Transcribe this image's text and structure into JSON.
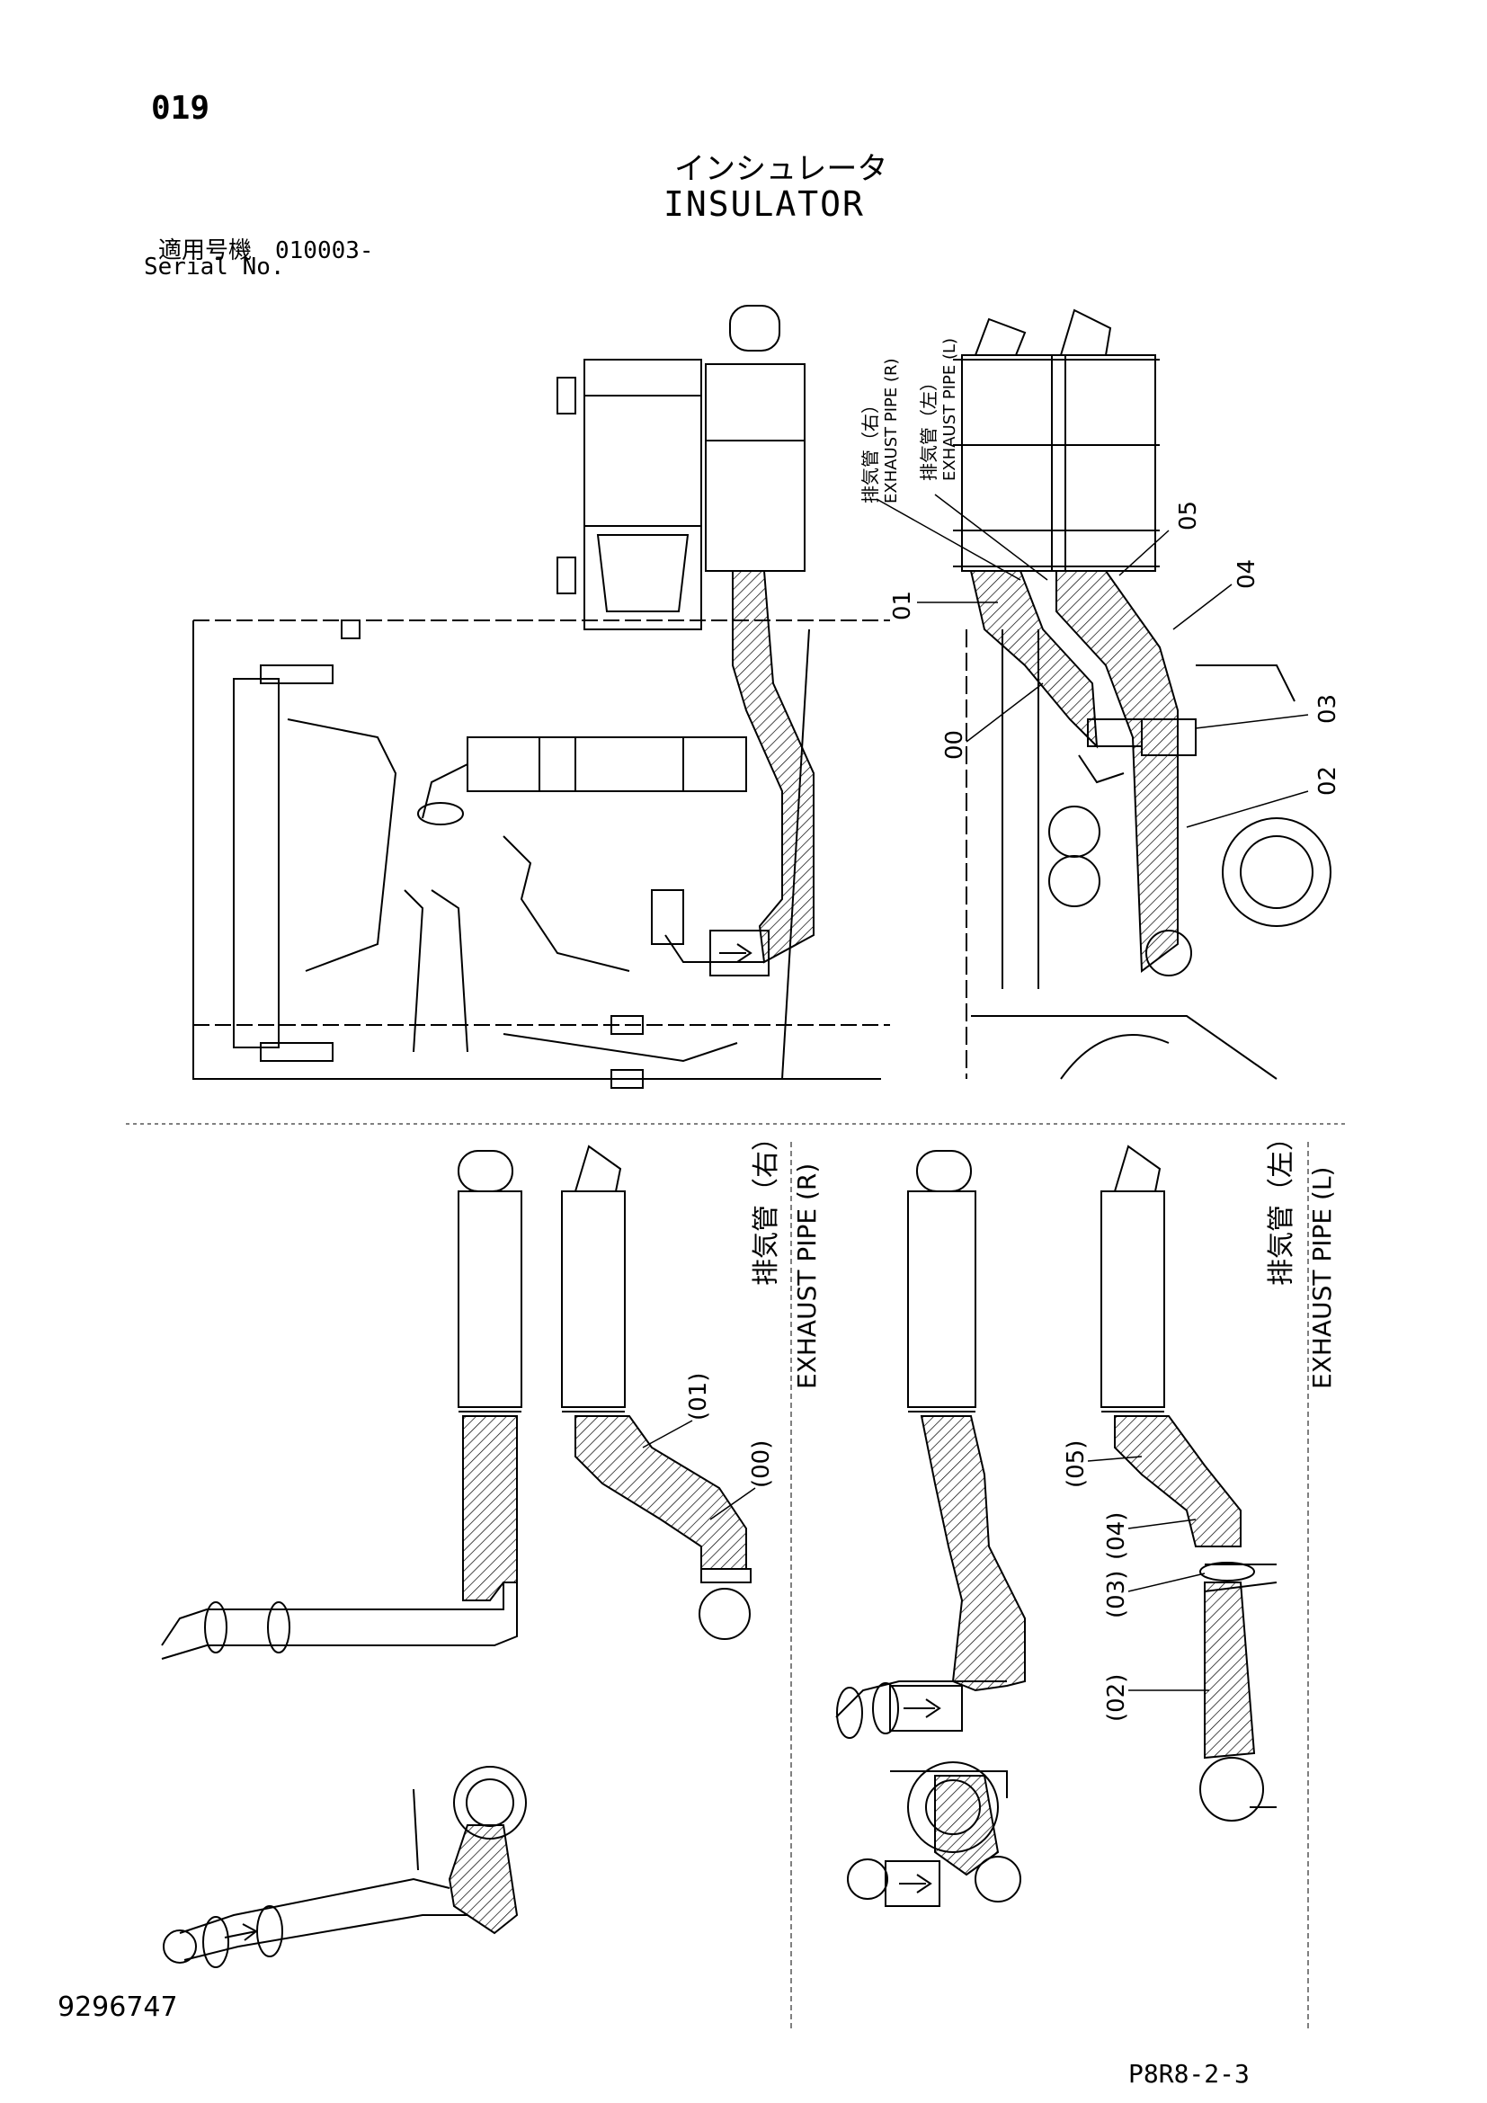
{
  "header": {
    "page_number": "019",
    "title_jp": "インシュレータ",
    "title_en": "INSULATOR",
    "serial_jp": "適用号機　010003-",
    "serial_en": "Serial No."
  },
  "top_view": {
    "label_exhaust_r_jp": "排気管（右）",
    "label_exhaust_r_en": "EXHAUST PIPE (R)",
    "label_exhaust_l_jp": "排気管（左）",
    "label_exhaust_l_en": "EXHAUST PIPE (L)",
    "callouts": [
      "00",
      "01",
      "02",
      "03",
      "04",
      "05"
    ]
  },
  "bottom_left": {
    "label_jp": "排気管（右）",
    "label_en": "EXHAUST PIPE (R)",
    "callouts": [
      "(01)",
      "(00)"
    ]
  },
  "bottom_right": {
    "label_jp": "排気管（左）",
    "label_en": "EXHAUST PIPE (L)",
    "callouts": [
      "(05)",
      "(04)",
      "(03)",
      "(02)"
    ]
  },
  "footer": {
    "part_number": "9296747",
    "page_code": "P8R8-2-3"
  }
}
